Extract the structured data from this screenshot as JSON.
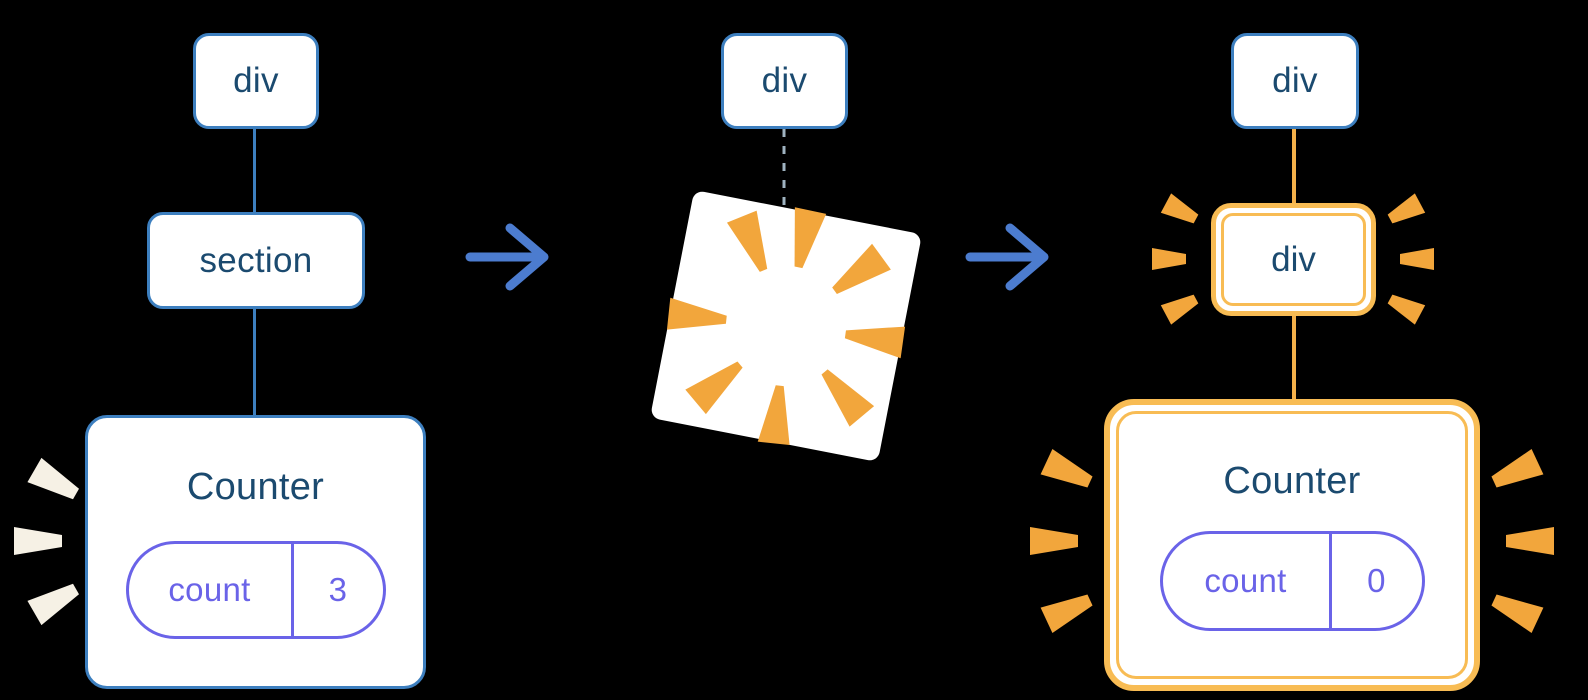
{
  "palette": {
    "background": "#000000",
    "node_border_blue": "#3D7FBF",
    "node_text_navy": "#1B4A6F",
    "connector_blue": "#3D7FBF",
    "connector_orange": "#F4B04A",
    "highlight_ring_orange": "#F8BC54",
    "burst_orange": "#F2A63C",
    "burst_white": "#F6F1E5",
    "pill_purple": "#6A63E8",
    "arrow_blue": "#4C7CCF",
    "dashed_line_gray": "#9FB3C1"
  },
  "left_tree": {
    "root_label": "div",
    "child_label": "section",
    "counter": {
      "title": "Counter",
      "state_key": "count",
      "state_value": "3"
    }
  },
  "middle_tree": {
    "root_label": "div"
  },
  "right_tree": {
    "root_label": "div",
    "child_label": "div",
    "counter": {
      "title": "Counter",
      "state_key": "count",
      "state_value": "0"
    }
  }
}
